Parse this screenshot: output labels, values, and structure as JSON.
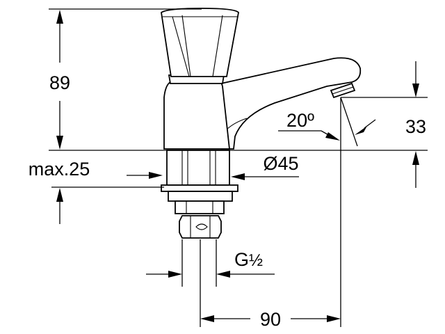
{
  "drawing": {
    "dimensions": {
      "height_total": "89",
      "spout_height": "33",
      "angle": "20º",
      "max_thickness": "max.25",
      "diameter": "Ø45",
      "thread_g": "G",
      "thread_fraction": "½",
      "reach": "90"
    },
    "colors": {
      "line": "#000000",
      "background": "#ffffff"
    }
  }
}
